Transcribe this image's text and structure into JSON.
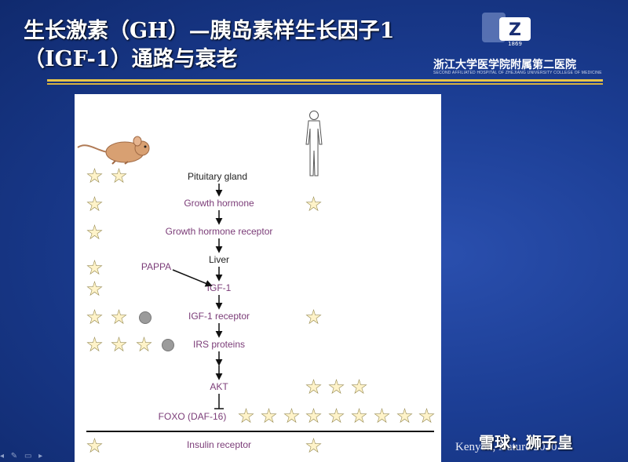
{
  "slide": {
    "title_line1": "生长激素（GH）—胰岛素样生长因子1",
    "title_line2": "（IGF-1）通路与衰老",
    "hospital_name": "浙江大学医学院附属第二医院",
    "hospital_subtitle": "SECOND AFFILIATED HOSPITAL OF ZHEJIANG UNIVERSITY COLLEGE OF MEDICINE",
    "logo_year": "1869",
    "watermark": "雪球：狮子皇",
    "credit": "Kenyon, Nature 2010",
    "accent_color": "#e7c44a"
  },
  "diagram": {
    "nodes": {
      "pituitary": "Pituitary gland",
      "gh": "Growth hormone",
      "ghr": "Growth hormone receptor",
      "liver": "Liver",
      "pappa": "PAPPA",
      "igf1": "IGF-1",
      "igf1r": "IGF-1 receptor",
      "irs": "IRS proteins",
      "akt": "AKT",
      "foxo": "FOXO (DAF-16)",
      "insulin_receptor": "Insulin receptor"
    },
    "icons": [
      "mouse-icon",
      "human-icon",
      "star-icon",
      "dot-icon"
    ]
  }
}
